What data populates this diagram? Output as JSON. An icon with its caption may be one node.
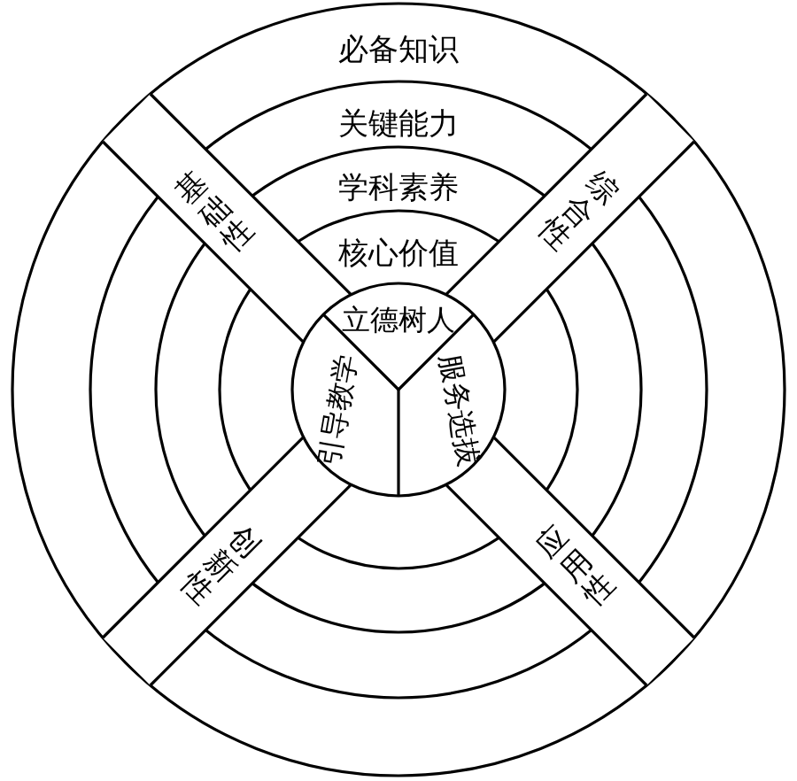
{
  "diagram": {
    "nodes": [
      {
        "text": [
          "必备知识"
        ]
      },
      {
        "text": [
          "关键能力"
        ]
      },
      {
        "text": [
          "学科素养"
        ]
      },
      {
        "text": [
          "核心价值"
        ]
      },
      {
        "text": [
          "基础性"
        ]
      },
      {
        "text": [
          "综合性"
        ]
      },
      {
        "text": [
          "创新性"
        ]
      },
      {
        "text": [
          "应用性"
        ]
      },
      {
        "text": [
          "立德树人"
        ]
      },
      {
        "text": [
          "服务选拔"
        ]
      },
      {
        "text": [
          "引导教学"
        ]
      }
    ],
    "edges": []
  }
}
